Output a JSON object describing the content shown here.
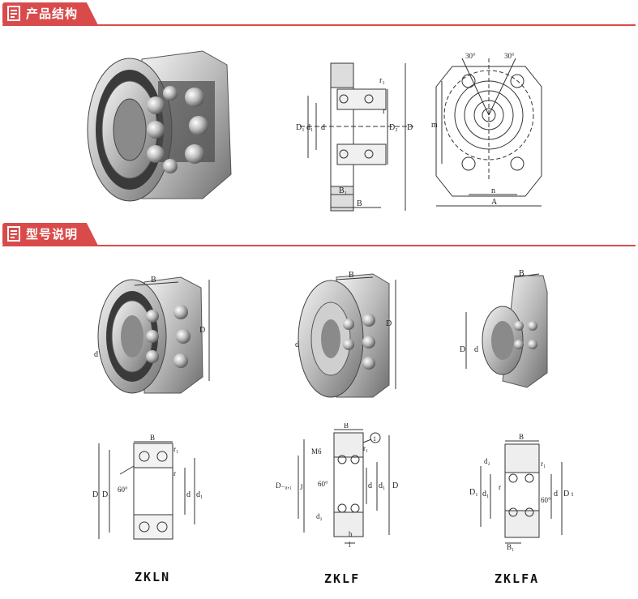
{
  "sections": [
    {
      "title": "产品结构",
      "icon": "document-icon"
    },
    {
      "title": "型号说明",
      "icon": "document-icon"
    }
  ],
  "structure": {
    "section_labels": {
      "r1": "r₁",
      "r": "r",
      "D": "D",
      "D1": "D₁",
      "d1": "d₁",
      "d": "d",
      "D2": "D₂",
      "B": "B",
      "B1": "B₁"
    },
    "plan_labels": {
      "angle_left": "30°",
      "angle_right": "30°",
      "m": "m",
      "n": "n",
      "A": "A"
    }
  },
  "models": [
    {
      "name": "ZKLN",
      "labels": {
        "B": "B",
        "D": "D",
        "d": "d",
        "r1": "r₁",
        "r": "r",
        "D1": "D₁",
        "d1": "d₁",
        "angle": "60°"
      }
    },
    {
      "name": "ZKLF",
      "labels": {
        "B": "B",
        "D": "D",
        "d": "d",
        "callout": "1",
        "M6": "M6",
        "r1": "r₁",
        "J": "J",
        "Dtol": "D₋₀,₁",
        "d1": "d₁",
        "d2": "d₂",
        "b": "b",
        "l": "l",
        "angle": "60°"
      }
    },
    {
      "name": "ZKLFA",
      "labels": {
        "B": "B",
        "D": "D",
        "d": "d",
        "d2": "d₂",
        "r1": "r₁",
        "r": "r",
        "D1": "D₁",
        "d1": "d₁",
        "B1": "B₁",
        "angle": "60°",
        "t": "t"
      }
    }
  ]
}
